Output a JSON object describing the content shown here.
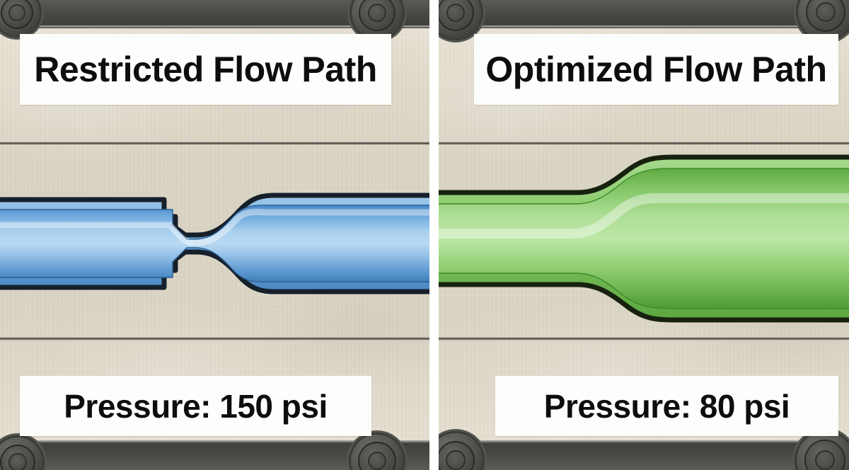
{
  "figure": {
    "kind": "side-by-side-comparison",
    "subject": "hydraulic-manifold-flow-path-comparison",
    "background_color": "#ddd7c8",
    "divider_color": "#ffffff"
  },
  "panels": [
    {
      "id": "restricted",
      "title": "Restricted Flow Path",
      "pressure_label": "Pressure: 150 psi",
      "flow_color": "#5b9bd5",
      "flow_color_light": "#8fc0e8",
      "flow_color_dark": "#3b7cb8",
      "outline_color": "#1a2530",
      "geometry_note": "wide-inlet, abrupt step constriction, narrow throat, flared outlet"
    },
    {
      "id": "optimized",
      "title": "Optimized Flow Path",
      "pressure_label": "Pressure: 80 psi",
      "flow_color": "#7fc45f",
      "flow_color_light": "#b4e094",
      "flow_color_dark": "#4f9a36",
      "outline_color": "#1e2a18",
      "geometry_note": "smooth tapered transition, gradual expansion, no abrupt step"
    }
  ],
  "hardware": {
    "rail_color": "#4a4a46",
    "boss_color": "#4b4b46",
    "groove_color": "#3a3630",
    "boss_count": 6,
    "groove_count": 2
  }
}
